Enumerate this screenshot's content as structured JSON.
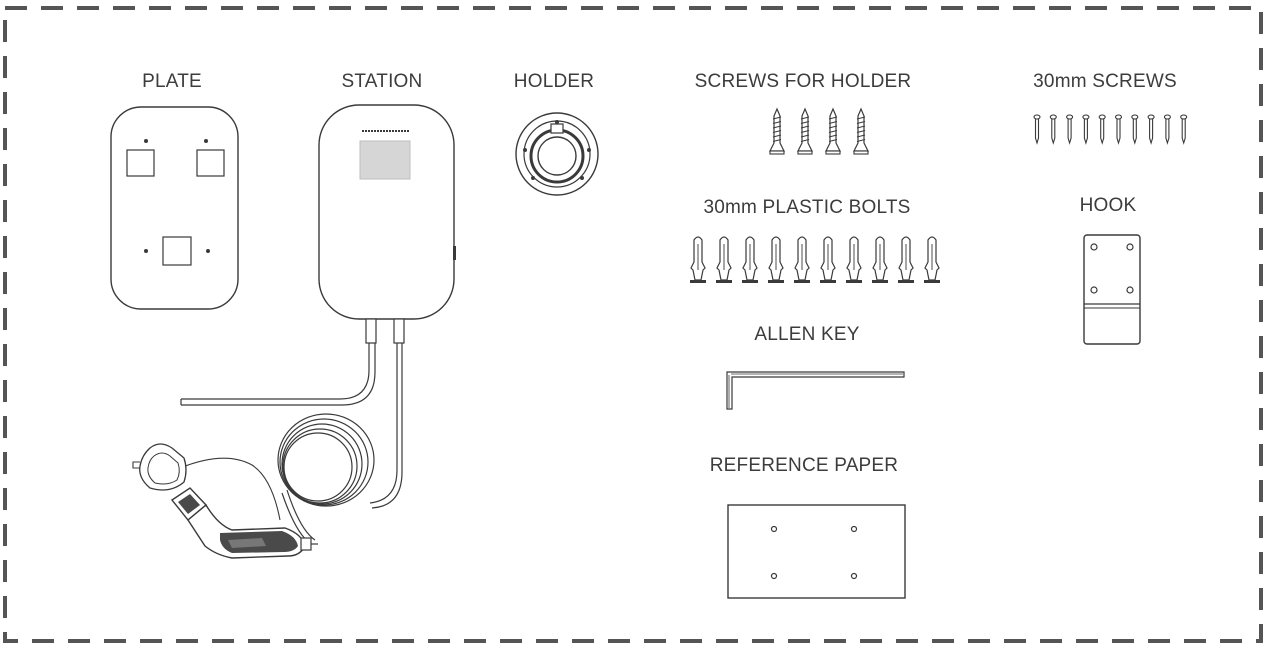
{
  "labels": {
    "plate": "PLATE",
    "station": "STATION",
    "holder": "HOLDER",
    "screws_for_holder": "SCREWS FOR HOLDER",
    "screws_30mm": "30mm SCREWS",
    "plastic_bolts": "30mm PLASTIC BOLTS",
    "hook": "HOOK",
    "allen_key": "ALLEN KEY",
    "reference_paper": "REFERENCE  PAPER"
  },
  "counts": {
    "screws_for_holder": 4,
    "screws_30mm": 10,
    "plastic_bolts": 10
  },
  "colors": {
    "line": "#3a3a3a",
    "border": "#555555",
    "label": "#3c3c3c",
    "screen": "#d6d6d6",
    "handle": "#4a4a4a"
  }
}
